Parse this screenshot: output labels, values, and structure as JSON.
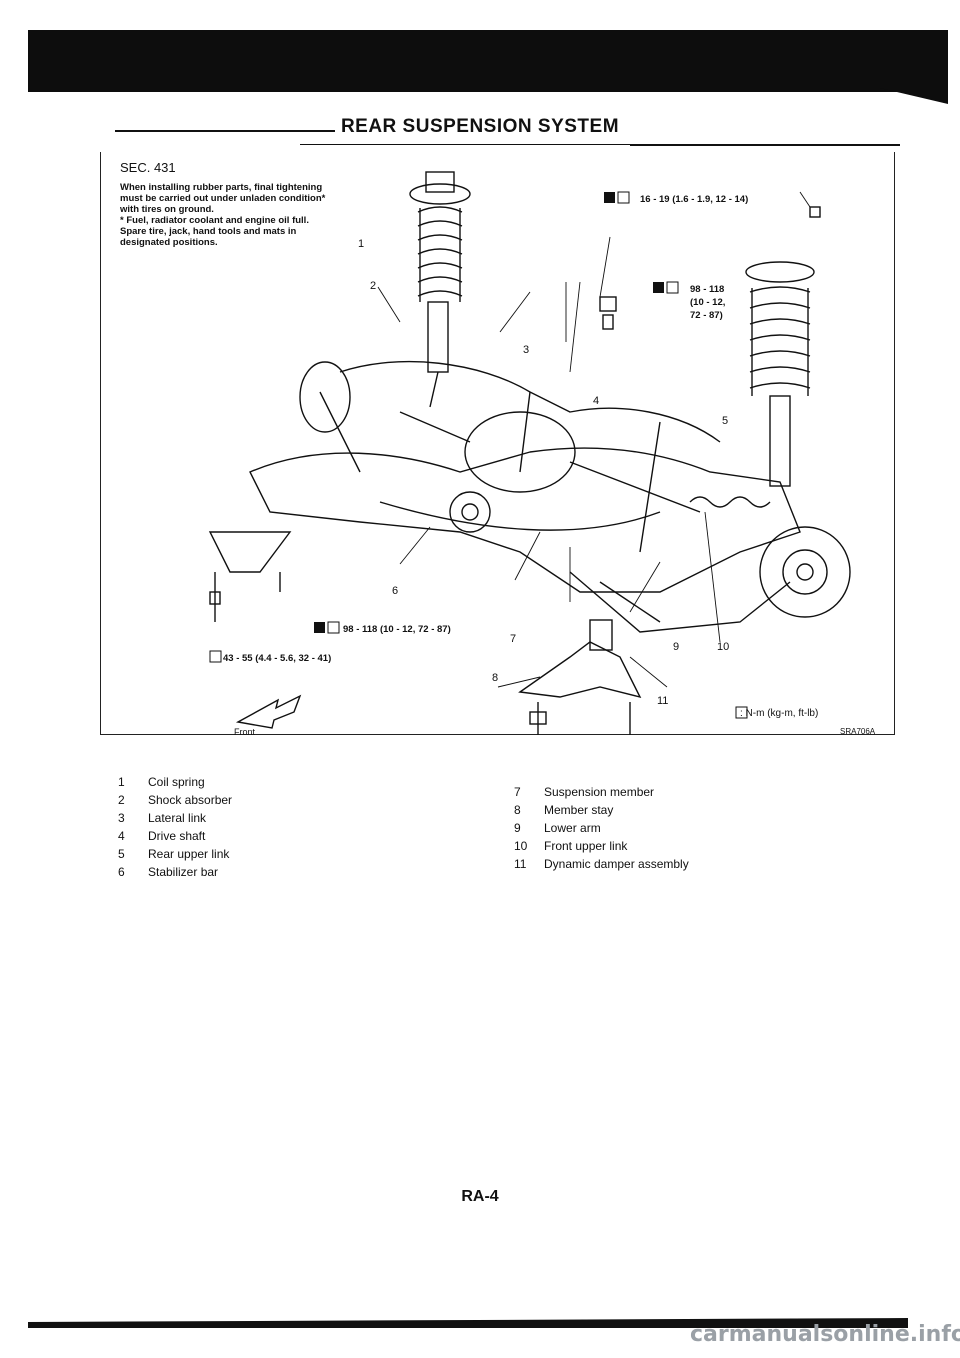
{
  "header": {
    "title": "REAR SUSPENSION SYSTEM"
  },
  "figure": {
    "section": "SEC. 431",
    "note_lines": [
      "When installing rubber parts, final tightening",
      "must be carried out under unladen condition*",
      "with tires on ground.",
      "* Fuel, radiator coolant and engine oil full.",
      "Spare tire, jack, hand tools and mats in",
      "designated positions."
    ],
    "torques": {
      "t1": "16 - 19 (1.6 - 1.9, 12 - 14)",
      "t2a": "98 - 118",
      "t2b": "(10 - 12,",
      "t2c": "72 - 87)",
      "t3": "98 - 118 (10 - 12, 72 - 87)",
      "t4": "43 - 55 (4.4 - 5.6, 32 - 41)"
    },
    "front_label": "Front",
    "unit_label": ": N-m (kg-m, ft-lb)",
    "figure_id": "SRA706A",
    "callouts": [
      "1",
      "2",
      "3",
      "4",
      "5",
      "6",
      "7",
      "8",
      "9",
      "10",
      "11"
    ]
  },
  "legend": {
    "left": [
      {
        "num": "1",
        "label": "Coil spring"
      },
      {
        "num": "2",
        "label": "Shock absorber"
      },
      {
        "num": "3",
        "label": "Lateral link"
      },
      {
        "num": "4",
        "label": "Drive shaft"
      },
      {
        "num": "5",
        "label": "Rear upper link"
      },
      {
        "num": "6",
        "label": "Stabilizer bar"
      }
    ],
    "right": [
      {
        "num": "7",
        "label": "Suspension member"
      },
      {
        "num": "8",
        "label": "Member stay"
      },
      {
        "num": "9",
        "label": "Lower arm"
      },
      {
        "num": "10",
        "label": "Front upper link"
      },
      {
        "num": "11",
        "label": "Dynamic damper assembly"
      }
    ]
  },
  "page_number": "RA-4",
  "watermark": "carmanualsonline.info"
}
